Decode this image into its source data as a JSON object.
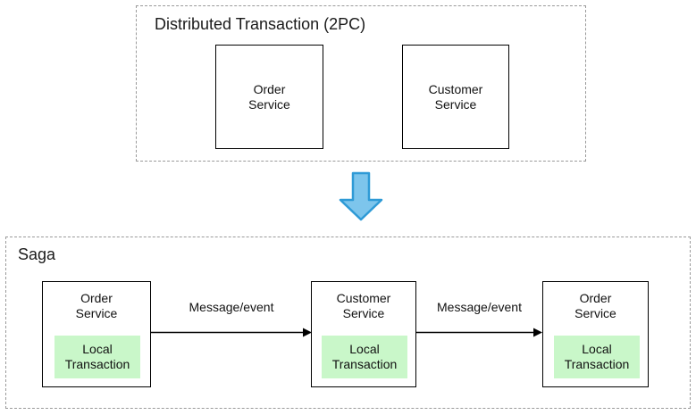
{
  "diagram": {
    "title_visible": false,
    "background": "#ffffff",
    "accent_green": "#C9F7C9",
    "accent_blue_fill": "#7DC5EC",
    "accent_blue_stroke": "#2E9AD6",
    "stroke_black": "#000000",
    "dashed_gray": "#9a9a9a"
  },
  "groups": [
    {
      "key": "distributed_transaction",
      "title": "Distributed Transaction (2PC)",
      "boxes": [
        {
          "key": "order_service",
          "label": "Order\nService"
        },
        {
          "key": "customer_service",
          "label": "Customer\nService"
        }
      ]
    },
    {
      "key": "saga",
      "title": "Saga",
      "boxes": [
        {
          "key": "order_service_1",
          "label": "Order\nService",
          "chip": "Local\nTransaction"
        },
        {
          "key": "customer_service_1",
          "label": "Customer\nService",
          "chip": "Local\nTransaction"
        },
        {
          "key": "order_service_2",
          "label": "Order\nService",
          "chip": "Local\nTransaction"
        }
      ],
      "connectors": [
        {
          "key": "conn_1",
          "label": "Message/event",
          "from": "order_service_1",
          "to": "customer_service_1"
        },
        {
          "key": "conn_2",
          "label": "Message/event",
          "from": "customer_service_1",
          "to": "order_service_2"
        }
      ]
    }
  ],
  "transition_arrow": {
    "key": "down-arrow",
    "icon": "arrow-down-icon",
    "direction": "down",
    "fill": "#7DC5EC",
    "stroke": "#2E9AD6"
  }
}
